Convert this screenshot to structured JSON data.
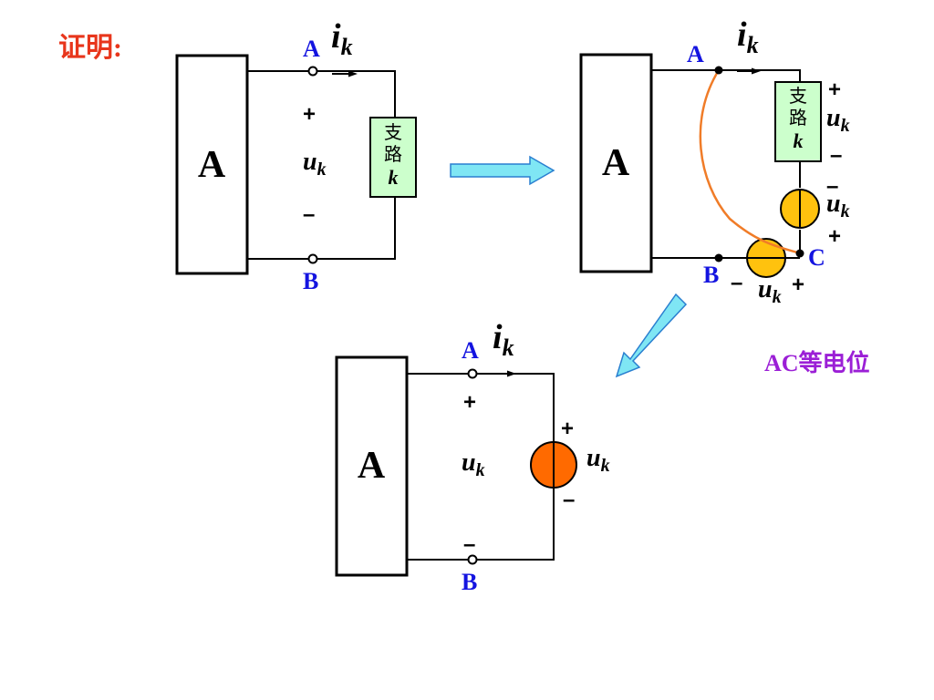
{
  "title": "证明:",
  "note": "AC等电位",
  "block_label": "A",
  "branch_text": [
    "支",
    "路",
    "k"
  ],
  "current": {
    "symbol": "i",
    "sub": "k"
  },
  "voltage": {
    "symbol": "u",
    "sub": "k"
  },
  "plus": "+",
  "minus": "–",
  "nodes": {
    "a": "A",
    "b": "B",
    "c": "C"
  },
  "colors": {
    "title": "#e8361c",
    "note": "#9b1fd6",
    "node_label": "#1414e0",
    "branch_fill": "#ccffcc",
    "source_fill_yellow": "#ffc20e",
    "source_fill_orange": "#ff6a00",
    "wire_orange": "#f07c28",
    "arrow_fill": "#7fe6f4",
    "arrow_stroke": "#2a7fd0"
  }
}
